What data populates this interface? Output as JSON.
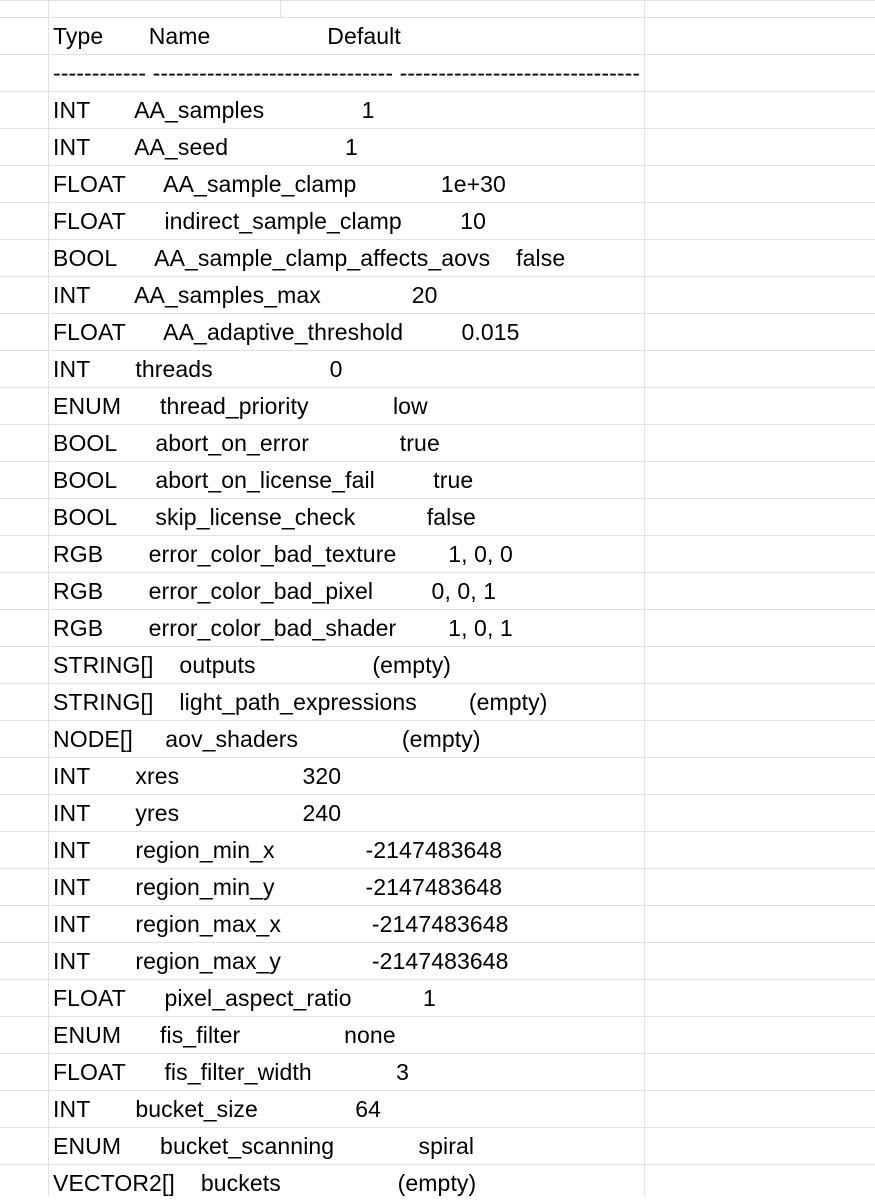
{
  "sheet": {
    "rows": [
      "Type       Name                  Default",
      "------------ ------------------------------- -------------------------------",
      "INT       AA_samples               1",
      "INT       AA_seed                  1",
      "FLOAT      AA_sample_clamp             1e+30",
      "FLOAT      indirect_sample_clamp         10",
      "BOOL      AA_sample_clamp_affects_aovs    false",
      "INT       AA_samples_max              20",
      "FLOAT      AA_adaptive_threshold         0.015",
      "INT       threads                  0",
      "ENUM      thread_priority             low",
      "BOOL      abort_on_error              true",
      "BOOL      abort_on_license_fail         true",
      "BOOL      skip_license_check           false",
      "RGB       error_color_bad_texture        1, 0, 0",
      "RGB       error_color_bad_pixel         0, 0, 1",
      "RGB       error_color_bad_shader        1, 0, 1",
      "STRING[]    outputs                  (empty)",
      "STRING[]    light_path_expressions        (empty)",
      "NODE[]     aov_shaders                (empty)",
      "INT       xres                   320",
      "INT       yres                   240",
      "INT       region_min_x              -2147483648",
      "INT       region_min_y              -2147483648",
      "INT       region_max_x              -2147483648",
      "INT       region_max_y              -2147483648",
      "FLOAT      pixel_aspect_ratio           1",
      "ENUM      fis_filter                none",
      "FLOAT      fis_filter_width             3",
      "INT       bucket_size               64",
      "ENUM      bucket_scanning             spiral",
      "VECTOR2[]    buckets                  (empty)"
    ]
  }
}
